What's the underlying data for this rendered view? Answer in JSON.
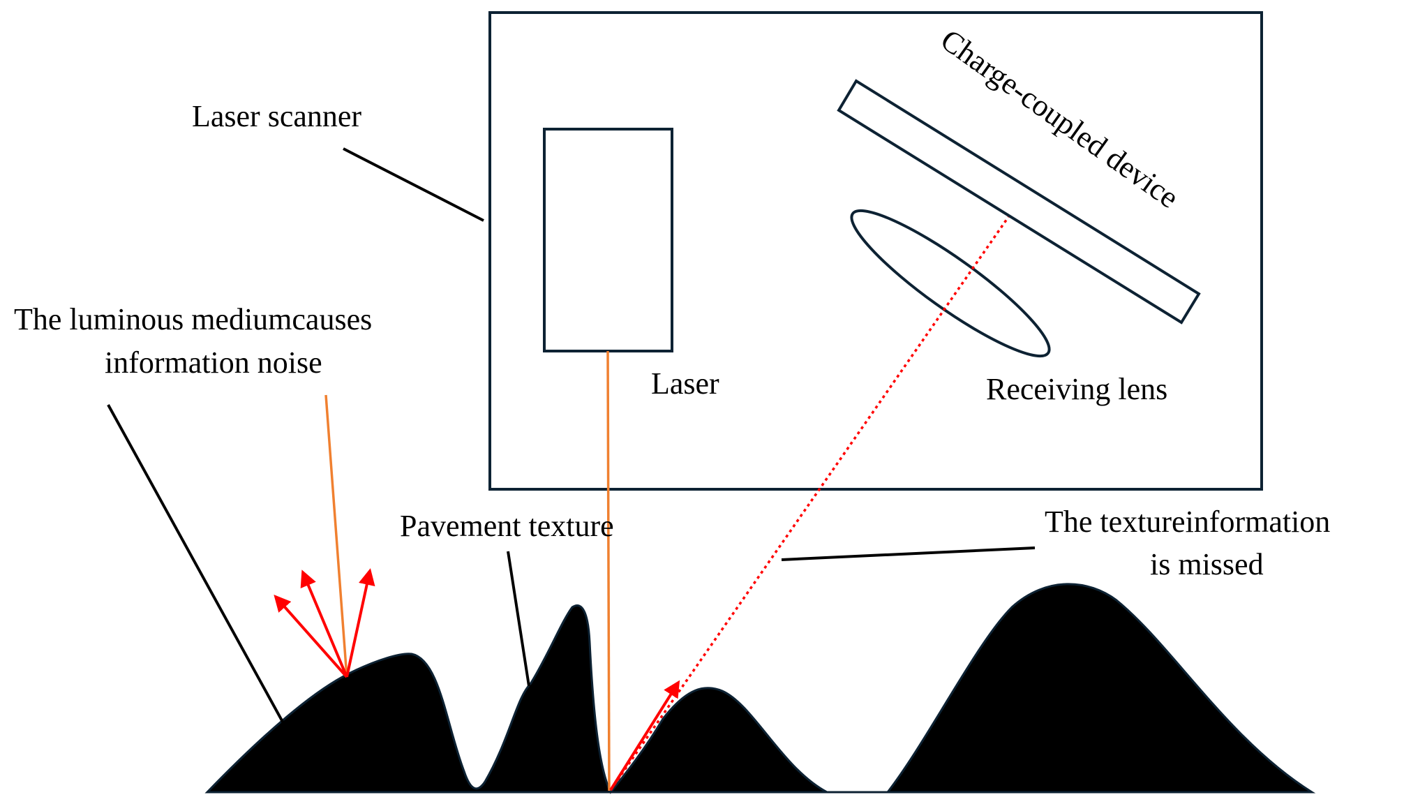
{
  "labels": {
    "laser_scanner": "Laser scanner",
    "charge_coupled_device": "Charge-coupled device",
    "laser": "Laser",
    "receiving_lens": "Receiving lens",
    "luminous_line1": "The luminous mediumcauses",
    "luminous_line2": "information noise",
    "pavement_texture": "Pavement texture",
    "missed_line1": "The textureinformation",
    "missed_line2": "is missed"
  },
  "colors": {
    "outline": "#0d2233",
    "surface_fill": "#000000",
    "laser_beam": "#f08030",
    "reflection": "#ff0000",
    "leader": "#000000"
  }
}
